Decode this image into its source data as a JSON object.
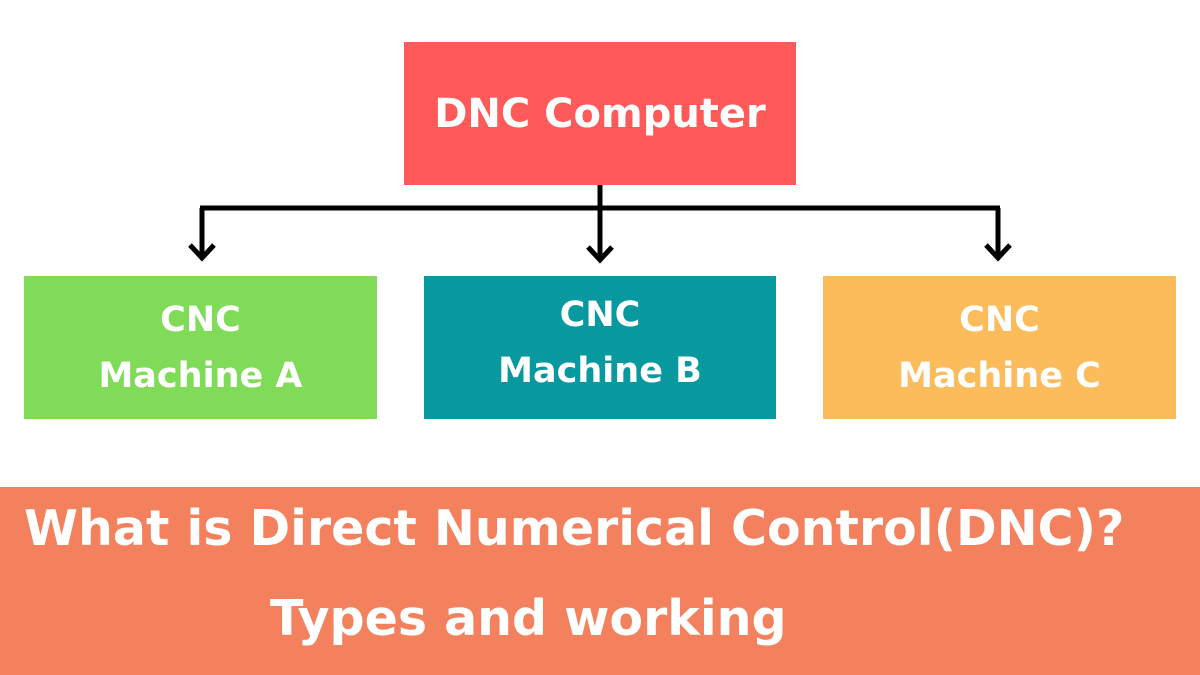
{
  "diagram": {
    "root": {
      "label": "DNC Computer",
      "color": "#fe5a5a"
    },
    "children": [
      {
        "line1": "CNC",
        "line2": "Machine A",
        "color": "#80db58"
      },
      {
        "line1": "CNC",
        "line2": "Machine B",
        "color": "#08999e"
      },
      {
        "line1": "CNC",
        "line2": "Machine C",
        "color": "#fdbc5b"
      }
    ],
    "connector_color": "#000000"
  },
  "banner": {
    "line1": "What is Direct Numerical Control(DNC)?",
    "line2": "Types and working",
    "color": "#f3815d"
  }
}
